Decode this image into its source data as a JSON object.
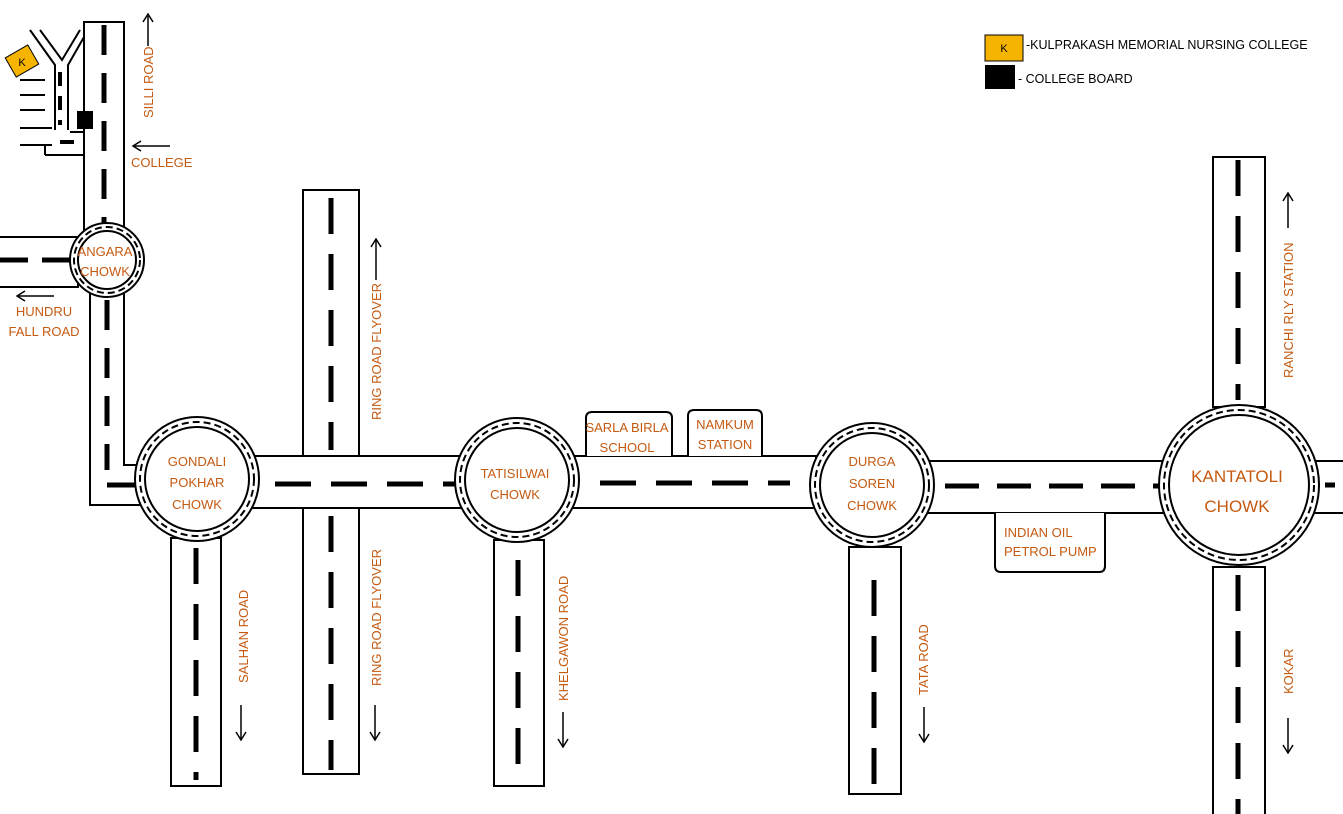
{
  "legend": {
    "college_marker_letter": "K",
    "college_text": "-KULPRAKASH MEMORIAL NURSING COLLEGE",
    "board_text": "- COLLEGE BOARD",
    "college_color": "#f5b400",
    "board_color": "#000000"
  },
  "chowks": {
    "angara": [
      "ANGARA",
      "CHOWK"
    ],
    "gondali": [
      "GONDALI",
      "POKHAR",
      "CHOWK"
    ],
    "tatisilwai": [
      "TATISILWAI",
      "CHOWK"
    ],
    "durga": [
      "DURGA",
      "SOREN",
      "CHOWK"
    ],
    "kantatoli": [
      "KANTATOLI",
      "CHOWK"
    ]
  },
  "roads": {
    "silli": "SILLI ROAD",
    "college": "COLLEGE",
    "hundru": [
      "HUNDRU",
      "FALL ROAD"
    ],
    "ring_flyover_up": "RING ROAD FLYOVER",
    "ring_flyover_down": "RING ROAD FLYOVER",
    "salhan": "SALHAN ROAD",
    "khelgawon": "KHELGAWON ROAD",
    "tata": "TATA ROAD",
    "ranchi_rly": "RANCHI RLY STATION",
    "kokar": "KOKAR"
  },
  "landmarks": {
    "sarla": [
      "SARLA BIRLA",
      "SCHOOL"
    ],
    "namkum": [
      "NAMKUM",
      "STATION"
    ],
    "indian_oil": [
      "INDIAN OIL",
      "PETROL PUMP"
    ]
  },
  "label_color": "#c55a11"
}
